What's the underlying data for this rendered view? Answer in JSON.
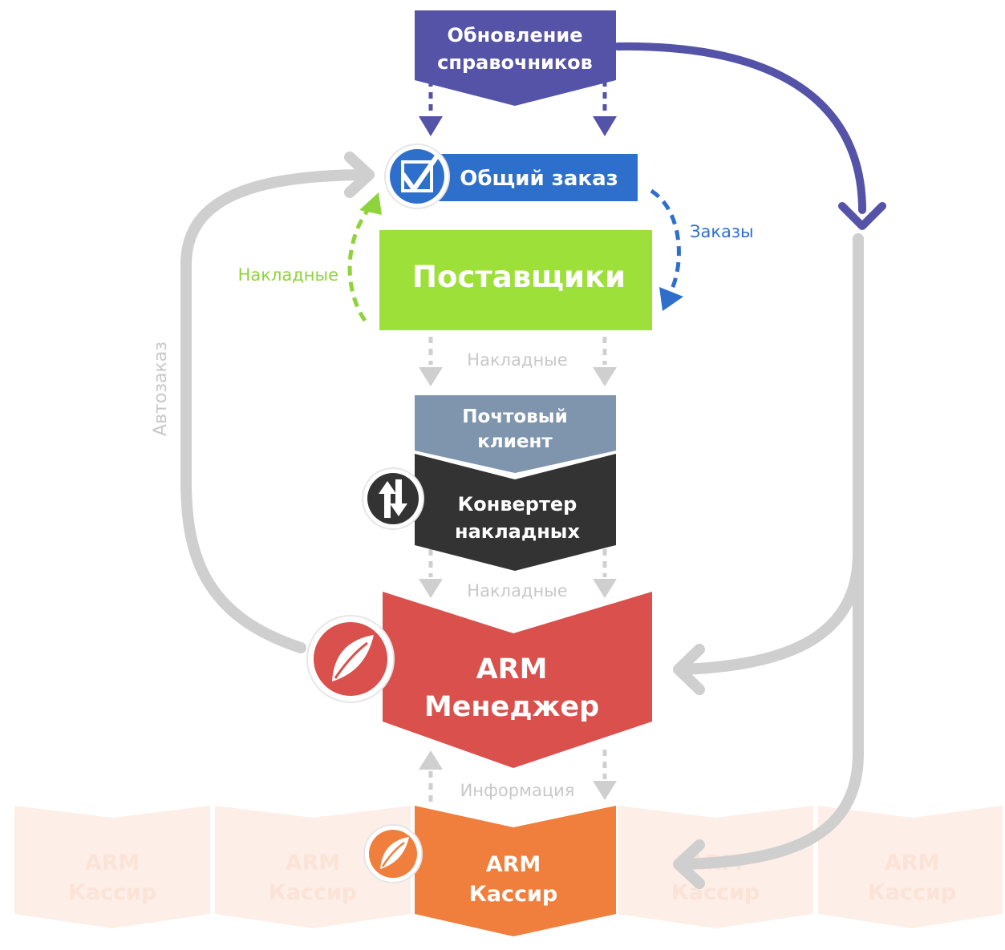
{
  "nodes": {
    "directory_update": {
      "line1": "Обновление",
      "line2": "справочников",
      "color": "#5453a7"
    },
    "general_order": {
      "label": "Общий заказ",
      "color": "#2f6fcc"
    },
    "suppliers": {
      "label": "Поставщики",
      "color": "#9ee03a"
    },
    "mail_client": {
      "line1": "Почтовый",
      "line2": "клиент",
      "color": "#7f94ad"
    },
    "invoice_converter": {
      "line1": "Конвертер",
      "line2": "накладных",
      "color": "#333333"
    },
    "arm_manager": {
      "line1": "ARM",
      "line2": "Менеджер",
      "color": "#d9504c"
    },
    "arm_cashier": {
      "line1": "ARM",
      "line2": "Кассир",
      "color": "#f07e3c"
    },
    "faded_cashiers": [
      {
        "line1": "ARM",
        "line2": "Кассир"
      },
      {
        "line1": "ARM",
        "line2": "Кассир"
      },
      {
        "line1": "ARM",
        "line2": "Кассир"
      },
      {
        "line1": "ARM",
        "line2": "Кассир"
      }
    ]
  },
  "edge_labels": {
    "orders": "Заказы",
    "invoices_green": "Накладные",
    "invoices_1": "Накладные",
    "invoices_2": "Накладные",
    "information": "Информация",
    "autoorder": "Автозаказ"
  },
  "colors": {
    "flow_arrow": "#5453a7",
    "order_arrow": "#2f6fcc",
    "invoice_arrow_green": "#8fd33c",
    "gray_arrow": "#c8c8c8",
    "faded_cashier": "#fdeee7",
    "faded_text": "#fbe3d7"
  },
  "icons": [
    "checkbox-icon",
    "transfer-arrows-icon",
    "arm-leaf-icon",
    "arm-leaf-small-icon"
  ]
}
